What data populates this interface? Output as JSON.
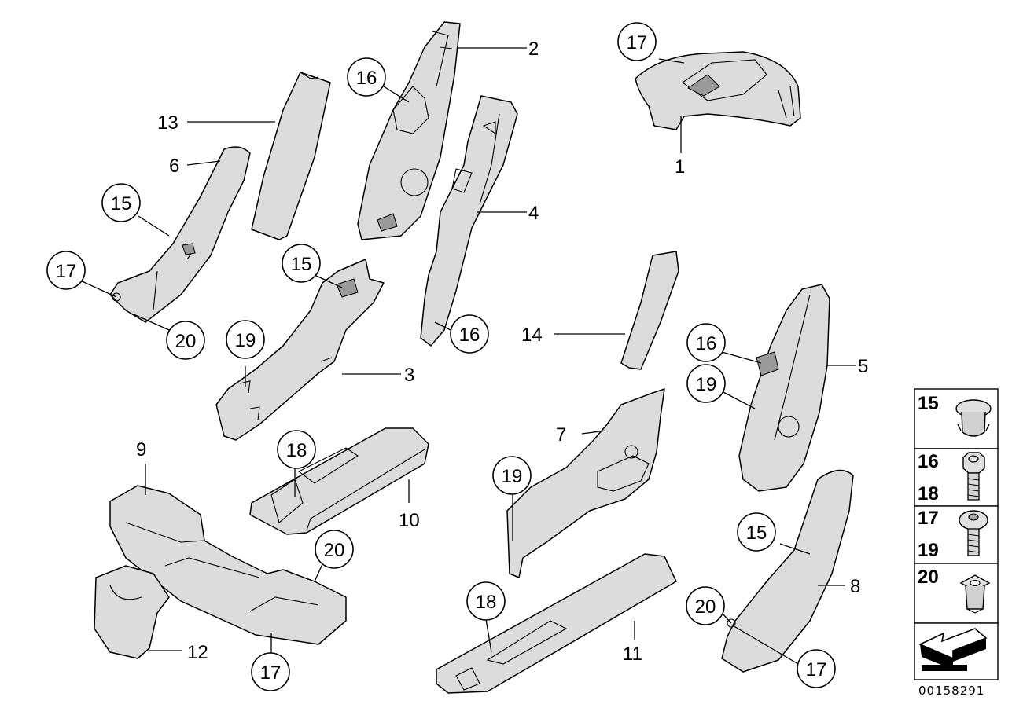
{
  "plain_labels": [
    {
      "id": "1",
      "text": "1"
    },
    {
      "id": "2",
      "text": "2"
    },
    {
      "id": "3",
      "text": "3"
    },
    {
      "id": "4",
      "text": "4"
    },
    {
      "id": "5",
      "text": "5"
    },
    {
      "id": "6",
      "text": "6"
    },
    {
      "id": "7",
      "text": "7"
    },
    {
      "id": "8",
      "text": "8"
    },
    {
      "id": "9",
      "text": "9"
    },
    {
      "id": "10",
      "text": "10"
    },
    {
      "id": "11",
      "text": "11"
    },
    {
      "id": "12",
      "text": "12"
    },
    {
      "id": "13",
      "text": "13"
    },
    {
      "id": "14",
      "text": "14"
    }
  ],
  "circle_labels": [
    {
      "id": "c17a",
      "text": "17"
    },
    {
      "id": "c16a",
      "text": "16"
    },
    {
      "id": "c15a",
      "text": "15"
    },
    {
      "id": "c17b",
      "text": "17"
    },
    {
      "id": "c20a",
      "text": "20"
    },
    {
      "id": "c15b",
      "text": "15"
    },
    {
      "id": "c16b",
      "text": "16"
    },
    {
      "id": "c19a",
      "text": "19"
    },
    {
      "id": "c16c",
      "text": "16"
    },
    {
      "id": "c19b",
      "text": "19"
    },
    {
      "id": "c18a",
      "text": "18"
    },
    {
      "id": "c19c",
      "text": "19"
    },
    {
      "id": "c20b",
      "text": "20"
    },
    {
      "id": "c15c",
      "text": "15"
    },
    {
      "id": "c17c",
      "text": "17"
    },
    {
      "id": "c18b",
      "text": "18"
    },
    {
      "id": "c20c",
      "text": "20"
    },
    {
      "id": "c17d",
      "text": "17"
    }
  ],
  "legend": [
    {
      "labels": [
        "15"
      ],
      "icon": "clip-rivet-icon"
    },
    {
      "labels": [
        "16",
        "18"
      ],
      "icon": "hex-bolt-icon"
    },
    {
      "labels": [
        "17",
        "19"
      ],
      "icon": "flange-screw-icon"
    },
    {
      "labels": [
        "20"
      ],
      "icon": "square-nut-icon"
    },
    {
      "labels": [],
      "icon": "direction-arrow-icon"
    }
  ],
  "catalog_number": "00158291"
}
